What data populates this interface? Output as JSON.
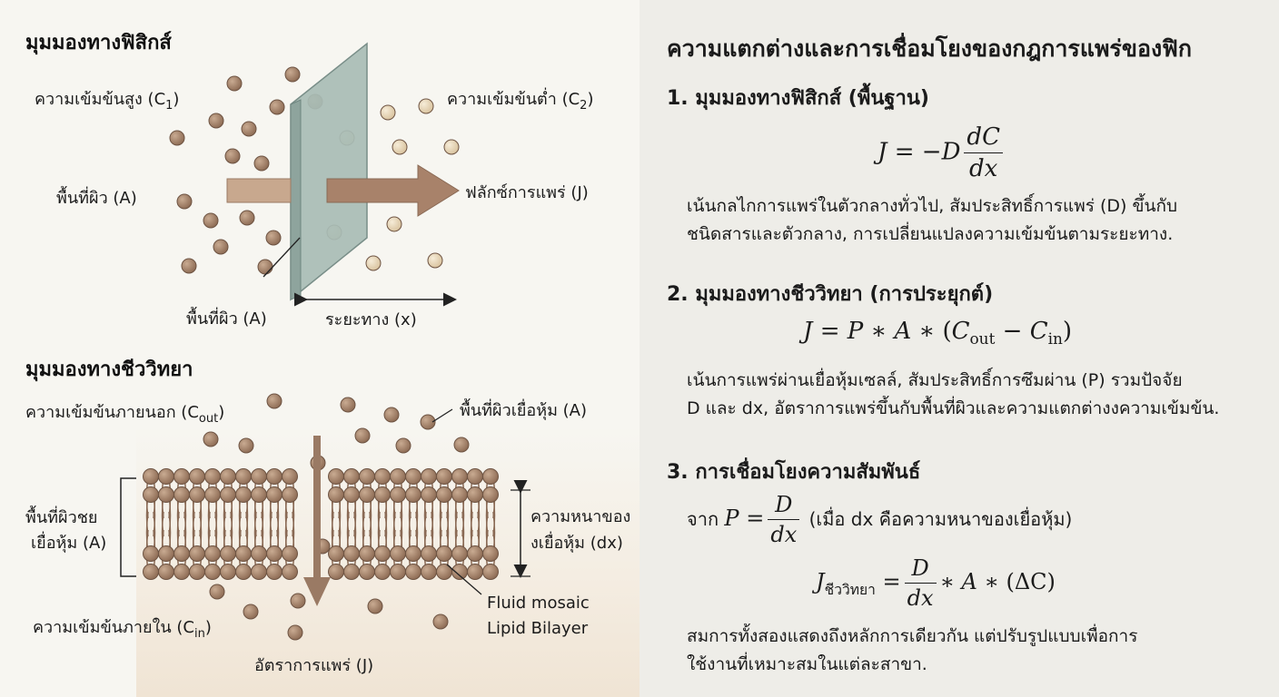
{
  "left": {
    "physics": {
      "heading": "มุมมองทางฟิสิกส์",
      "high_conc": [
        "ความเข้มข้นสูง (C",
        "1",
        ")"
      ],
      "low_conc": [
        "ความเข้มข้นต่ำ (C",
        "2",
        ")"
      ],
      "area_left": "พื้นที่ผิว (A)",
      "flux": "ฟลักซ์การแพร่ (J)",
      "area_bottom": "พื้นที่ผิว (A)",
      "distance": "ระยะทาง (x)"
    },
    "biology": {
      "heading": "มุมมองทางชีววิทยา",
      "outside_conc": [
        "ความเข้มข้นภายนอก (C",
        "out",
        ")"
      ],
      "membrane_area": "พื้นที่ผิวเยื่อหุ้ม (A)",
      "area_side": [
        "พื้นที่ผิวชย",
        "เยื่อหุ้ม (A)"
      ],
      "thickness": [
        "ความหนาของ",
        "งเยื่อหุ้ม (dx)"
      ],
      "model": [
        "Fluid mosaic",
        "Lipid Bilayer"
      ],
      "inside_conc": [
        "ความเข้มข้นภายใน (C",
        "in",
        ")"
      ],
      "rate": "อัตราการแพร่ (J)"
    }
  },
  "right": {
    "title": "ความแตกต่างและการเชื่อมโยงของกฎการแพร่ของฟิก",
    "s1": {
      "heading": "1. มุมมองทางฟิสิกส์ (พื้นฐาน)",
      "eq": {
        "lhs": "J",
        "eq": "=",
        "minus": "−",
        "D": "D",
        "num": "dC",
        "den": "dx"
      },
      "body": [
        "เน้นกลไกการแพร่ในตัวกลางทั่วไป, สัมประสิทธิ์การแพร่ (D) ขึ้นกับ",
        "ชนิดสารและตัวกลาง,  การเปลี่ยนแปลงความเข้มข้นตามระยะทาง."
      ]
    },
    "s2": {
      "heading": "2. มุมมองทางชีววิทยา (การประยุกต์)",
      "eq": {
        "lhs": "J",
        "eq": "=",
        "P": "P",
        "star": "∗",
        "A": "A",
        "open": "(",
        "C": "C",
        "out": "out",
        "minus": "−",
        "in": "in",
        "close": ")"
      },
      "body": [
        "เน้นการแพร่ผ่านเยื่อหุ้มเซลล์, สัมประสิทธิ์การซึมผ่าน (P) รวมปัจจัย",
        "D และ dx, อัตราการแพร่ขึ้นกับพื้นที่ผิวและความแตกต่างงความเข้มข้น."
      ]
    },
    "s3": {
      "heading": "3. การเชื่อมโยงความสัมพันธ์",
      "from": "จาก",
      "eq1": {
        "P": "P",
        "eq": "=",
        "num": "D",
        "den": "dx"
      },
      "note": "(เมื่อ dx คือความหนาของเยื่อหุ้ม)",
      "eq2": {
        "J": "J",
        "sub": "ชีววิทยา",
        "eq": "=",
        "num": "D",
        "den": "dx",
        "star": "∗",
        "A": "A",
        "delta": "(ΔC)"
      },
      "body": [
        "สมการทั้งสองแสดงถึงหลักการเดียวกัน แต่ปรับรูปแบบเพื่อการ",
        "ใช้งานที่เหมาะสมในแต่ละสาขา."
      ]
    }
  },
  "colors": {
    "particle_dark": "#a7846b",
    "particle_light": "#ead9bb",
    "membrane": "#a9bdb6",
    "arrow": "#9a7a64",
    "lipid": "#b08e74"
  }
}
